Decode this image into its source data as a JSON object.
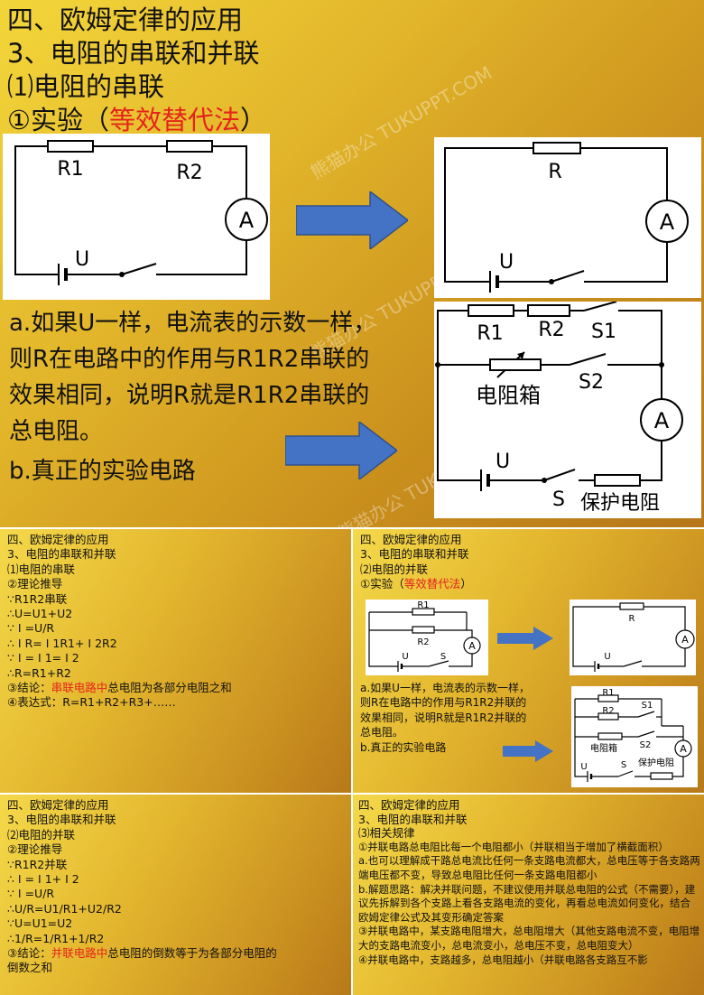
{
  "main": {
    "line1": "四、欧姆定律的应用",
    "line2": "3、电阻的串联和并联",
    "line3": "⑴电阻的串联",
    "line4_prefix": "①实验（",
    "line4_red": "等效替代法",
    "line4_suffix": "）",
    "circuit1": {
      "r1": "R1",
      "r2": "R2",
      "meter": "A",
      "source": "U"
    },
    "circuit2": {
      "r": "R",
      "meter": "A",
      "source": "U"
    },
    "circuit3": {
      "r1": "R1",
      "r2": "R2",
      "s1": "S1",
      "box": "电阻箱",
      "s2": "S2",
      "meter": "A",
      "source": "U",
      "s": "S",
      "guard": "保护电阻"
    },
    "para_a_1": "a.如果U一样，电流表的示数一样，",
    "para_a_2": "则R在电路中的作用与R1R2串联的",
    "para_a_3": "效果相同，说明R就是R1R2串联的",
    "para_a_4": "总电阻。",
    "para_b": "b.真正的实验电路",
    "watermark": "熊猫办公 TUKUPPT.COM"
  },
  "tl": {
    "l1": "四、欧姆定律的应用",
    "l2": "3、电阻的串联和并联",
    "l3": "⑴电阻的串联",
    "l4": "②理论推导",
    "l5": "∵R1R2串联",
    "l6": "∴U=U1+U2",
    "l7": "∵ I =U/R",
    "l8": "∴ I R= I 1R1+ I 2R2",
    "l9": "∵ I = I 1= I 2",
    "l10": "∴R=R1+R2",
    "l11_pre": "③结论：",
    "l11_red": "串联电路中",
    "l11_post": "总电阻为各部分电阻之和",
    "l12": "④表达式：R=R1+R2+R3+……"
  },
  "tr": {
    "l1": "四、欧姆定律的应用",
    "l2": "3、电阻的串联和并联",
    "l3": "⑵电阻的并联",
    "l4_pre": "①实验（",
    "l4_red": "等效替代法",
    "l4_post": "）",
    "c1": {
      "r1": "R1",
      "r2": "R2",
      "meter": "A",
      "source": "U",
      "s": "S"
    },
    "c2": {
      "r": "R",
      "meter": "A",
      "source": "U"
    },
    "c3": {
      "r1": "R1",
      "r2": "R2",
      "s1": "S1",
      "box": "电阻箱",
      "s2": "S2",
      "meter": "A",
      "source": "U",
      "s": "S",
      "guard": "保护电阻"
    },
    "p1": "a.如果U一样，电流表的示数一样，",
    "p2": "则R在电路中的作用与R1R2并联的",
    "p3": "效果相同，说明R就是R1R2并联的",
    "p4": "总电阻。",
    "p5": "b.真正的实验电路"
  },
  "bl": {
    "l1": "四、欧姆定律的应用",
    "l2": "3、电阻的串联和并联",
    "l3": "⑵电阻的并联",
    "l4": "②理论推导",
    "l5": "∵R1R2并联",
    "l6": "∴ I = I 1+ I 2",
    "l7": "∵ I =U/R",
    "l8": "∴U/R=U1/R1+U2/R2",
    "l9": "∵U=U1=U2",
    "l10": "∴1/R=1/R1+1/R2",
    "l11_pre": "③结论：",
    "l11_red": "并联电路中",
    "l11_post": "总电阻的倒数等于为各部分电阻的",
    "l12": "倒数之和"
  },
  "br": {
    "l1": "四、欧姆定律的应用",
    "l2": "3、电阻的串联和并联",
    "l3": "⑶相关规律",
    "l4": "①并联电路总电阻比每一个电阻都小（并联相当于增加了横截面积）",
    "l5": "a.也可以理解成干路总电流比任何一条支路电流都大，总电压等于各支路两端电压都不变，导致总电阻比任何一条支路电阻都小",
    "l6": "b.解题思路：解决并联问题，不建议使用并联总电阻的公式（不需要），建议先拆解到各个支路上看各支路电流的变化，再看总电流如何变化，结合欧姆定律公式及其变形确定答案",
    "l7": "③并联电路中，某支路电阻增大，总电阻增大（其他支路电流不变，电阻增大的支路电流变小，总电流变小，总电压不变，总电阻变大）",
    "l8": "④并联电路中，支路越多，总电阻越小（并联电路各支路互不影"
  }
}
